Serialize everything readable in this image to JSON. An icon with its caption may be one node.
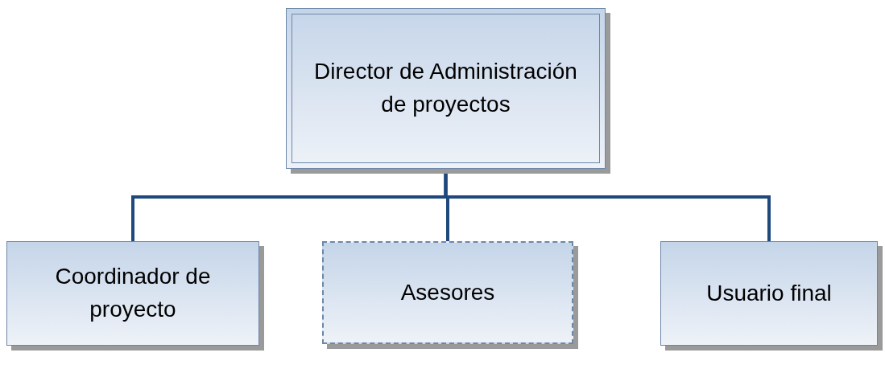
{
  "diagram": {
    "nodes": [
      {
        "text": [
          "Director de Administración de proyectos"
        ]
      },
      {
        "text": [
          "Coordinador de proyecto"
        ]
      },
      {
        "text": [
          "Asesores"
        ]
      },
      {
        "text": [
          "Usuario final"
        ]
      }
    ],
    "edges": [
      {
        "from": 0,
        "to": 1,
        "arrow": "none"
      },
      {
        "from": 0,
        "to": 2,
        "arrow": "none"
      },
      {
        "from": 0,
        "to": 3,
        "arrow": "none"
      }
    ]
  }
}
